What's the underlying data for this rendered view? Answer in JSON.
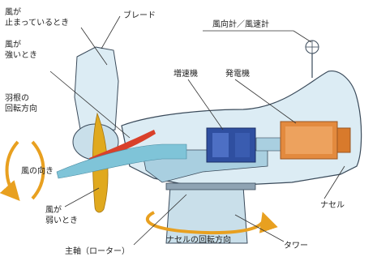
{
  "labels": {
    "wind_stopped": [
      "風が",
      "止まっているとき"
    ],
    "wind_strong": [
      "風が",
      "強いとき"
    ],
    "wind_weak": [
      "風が",
      "弱いとき"
    ],
    "blade": "ブレード",
    "anemometer": "風向計／風速計",
    "gearbox": "増速機",
    "generator": "発電機",
    "blade_rotation": [
      "羽根の",
      "回転方向"
    ],
    "wind_direction": "風の向き",
    "nacelle": "ナセル",
    "nacelle_rotation": "ナセルの回転方向",
    "tower": "タワー",
    "main_shaft": "主軸（ローター）"
  },
  "colors": {
    "nacelle_shell": "#dcecf4",
    "shaft": "#7fc4d8",
    "gearbox": "#2f4fa0",
    "generator": "#e38a3e",
    "blade_gold": "#e0a91e",
    "blade_red": "#d9402a",
    "arrow_orange": "#e8a020",
    "outline": "#3a4a5a"
  }
}
